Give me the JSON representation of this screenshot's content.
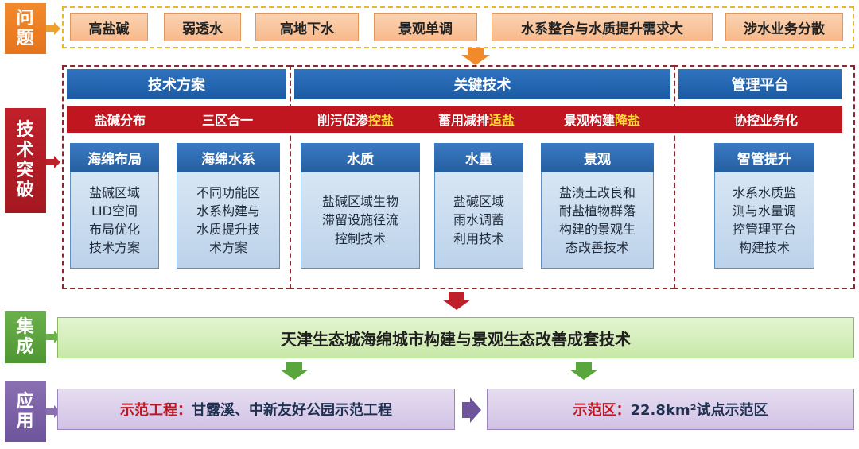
{
  "rows": {
    "problem": [
      "问",
      "题"
    ],
    "tech": [
      "技",
      "术",
      "突",
      "破"
    ],
    "integration": [
      "集",
      "成"
    ],
    "application": [
      "应",
      "用"
    ]
  },
  "problems": [
    "高盐碱",
    "弱透水",
    "高地下水",
    "景观单调",
    "水系整合与水质提升需求大",
    "涉水业务分散"
  ],
  "sections": {
    "scheme": {
      "header": "技术方案",
      "tags": [
        "盐碱分布",
        "三区合一"
      ],
      "cards": [
        {
          "title": "海绵布局",
          "body": [
            "盐碱区域",
            "LID空间",
            "布局优化",
            "技术方案"
          ]
        },
        {
          "title": "海绵水系",
          "body": [
            "不同功能区",
            "水系构建与",
            "水质提升技",
            "术方案"
          ]
        }
      ]
    },
    "key": {
      "header": "关键技术",
      "tags": [
        {
          "pre": "削污促渗",
          "hl": "控盐"
        },
        {
          "pre": "蓄用减排",
          "hl": "适盐"
        },
        {
          "pre": "景观构建",
          "hl": "降盐"
        }
      ],
      "cards": [
        {
          "title": "水质",
          "body": [
            "盐碱区域生物",
            "滞留设施径流",
            "控制技术"
          ]
        },
        {
          "title": "水量",
          "body": [
            "盐碱区域",
            "雨水调蓄",
            "利用技术"
          ]
        },
        {
          "title": "景观",
          "body": [
            "盐渍土改良和",
            "耐盐植物群落",
            "构建的景观生",
            "态改善技术"
          ]
        }
      ]
    },
    "platform": {
      "header": "管理平台",
      "tags": [
        "协控业务化"
      ],
      "cards": [
        {
          "title": "智管提升",
          "body": [
            "水系水质监",
            "测与水量调",
            "控管理平台",
            "构建技术"
          ]
        }
      ]
    }
  },
  "integration_text": "天津生态城海绵城市构建与景观生态改善成套技术",
  "application": {
    "left": {
      "label": "示范工程：",
      "value": "甘露溪、中新友好公园示范工程"
    },
    "right": {
      "label": "示范区：",
      "value": "22.8km²试点示范区"
    }
  },
  "colors": {
    "problem_side": "#e5741c",
    "tech_side": "#a51820",
    "integration_side": "#4f9634",
    "application_side": "#6e549b",
    "highlight": "#ffe033",
    "red_label": "#c01620"
  }
}
